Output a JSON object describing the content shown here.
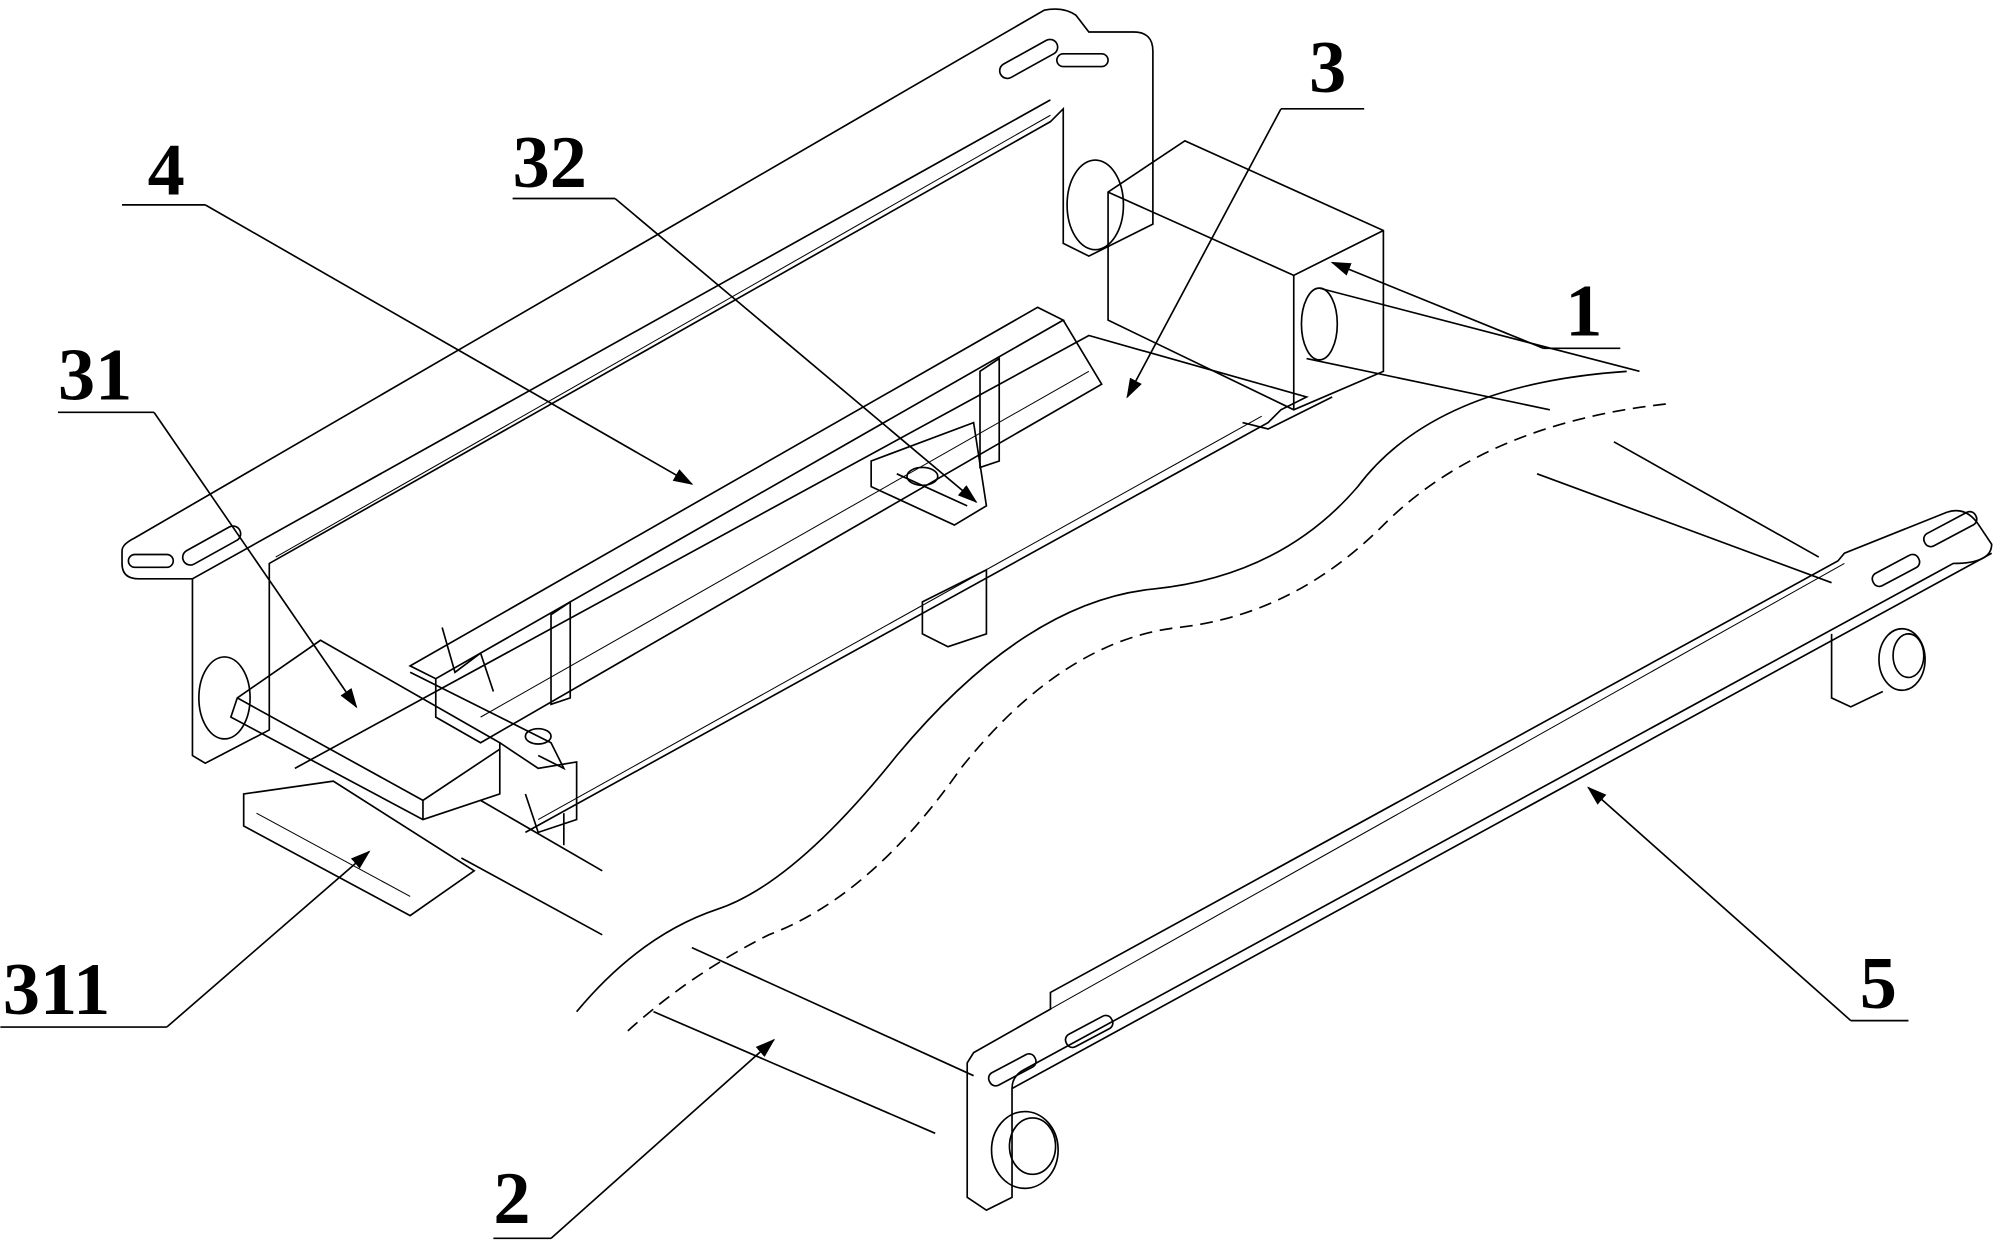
{
  "labels": {
    "l1": "1",
    "l2": "2",
    "l3": "3",
    "l4": "4",
    "l5": "5",
    "l31": "31",
    "l32": "32",
    "l311": "311"
  }
}
